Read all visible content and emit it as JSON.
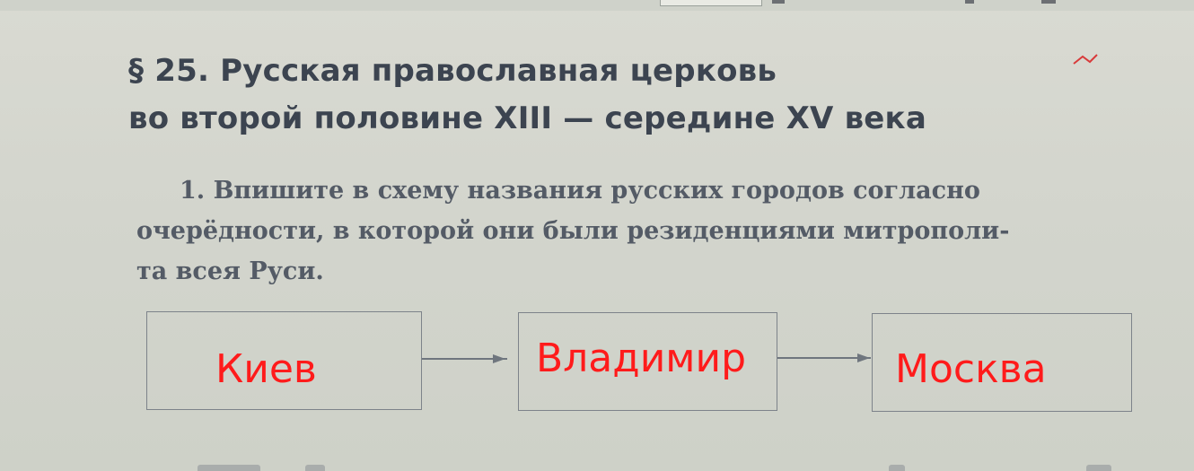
{
  "title": {
    "line1": "§ 25. Русская православная церковь",
    "line2": "во второй половине XIII — середине XV века"
  },
  "task": {
    "line1": "1. Впишите в схему названия русских городов согласно",
    "line2": "очерёдности, в которой они были резиденциями митрополи-",
    "line3": "та всея Руси."
  },
  "scheme": {
    "cities": [
      "Киев",
      "Владимир",
      "Москва"
    ]
  },
  "colors": {
    "handwriting": "#ff1b1b",
    "print": "#3c4450",
    "paper": "#d5d7cf"
  },
  "icons": {
    "arrow": "right-arrow-icon"
  }
}
